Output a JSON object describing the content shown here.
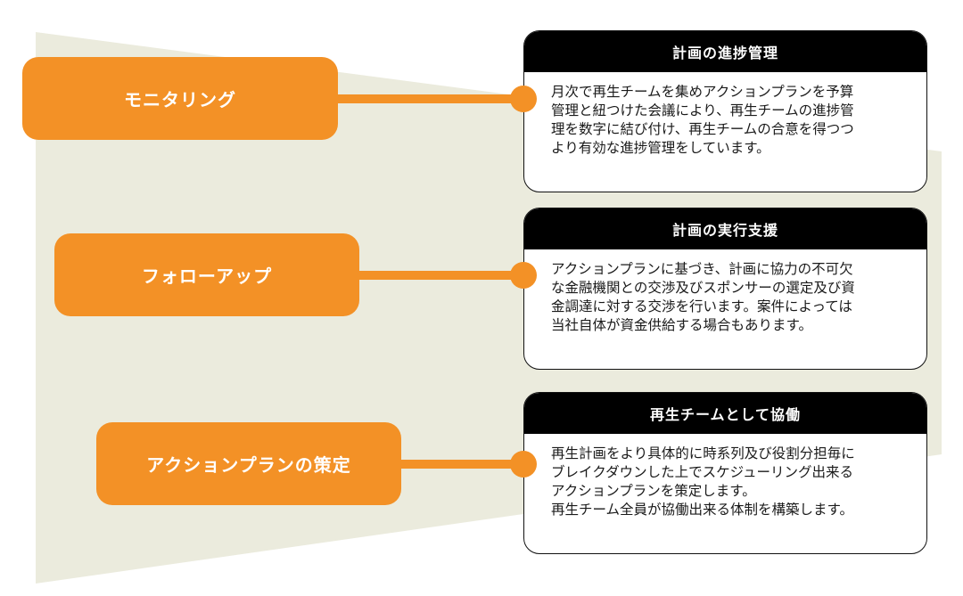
{
  "colors": {
    "accent": "#f39126",
    "background_shape": "#ebebdd",
    "card_header": "#000000",
    "card_body": "#ffffff",
    "text_light": "#ffffff",
    "text_dark": "#1a1a1a"
  },
  "steps": [
    {
      "label": "モニタリング"
    },
    {
      "label": "フォローアップ"
    },
    {
      "label": "アクションプランの策定"
    }
  ],
  "cards": [
    {
      "title": "計画の進捗管理",
      "lines": [
        "月次で再生チームを集めアクションプランを予算",
        "管理と紐つけた会議により、再生チームの進捗管",
        "理を数字に結び付け、再生チームの合意を得つつ",
        "より有効な進捗管理をしています。"
      ]
    },
    {
      "title": "計画の実行支援",
      "lines": [
        "アクションプランに基づき、計画に協力の不可欠",
        "な金融機関との交渉及びスポンサーの選定及び資",
        "金調達に対する交渉を行います。案件によっては",
        "当社自体が資金供給する場合もあります。"
      ]
    },
    {
      "title": "再生チームとして協働",
      "lines": [
        "再生計画をより具体的に時系列及び役割分担毎に",
        "ブレイクダウンした上でスケジューリング出来る",
        "アクションプランを策定します。",
        "再生チーム全員が協働出来る体制を構築します。"
      ]
    }
  ]
}
